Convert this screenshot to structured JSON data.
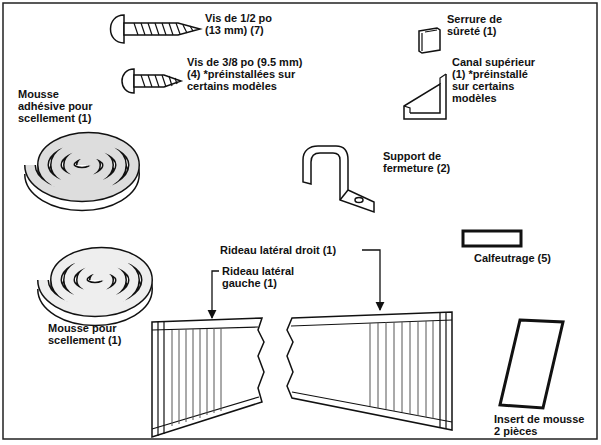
{
  "diagram": {
    "labels": [
      "Vis de 1/2 po (13 mm) (7)",
      "Serrure de sûreté (1)",
      "Vis de 3/8 po (9.5 mm) (4) *préinstallées sur certains modèles",
      "Canal supérieur (1) *préinstallé sur certains modèles",
      "Mousse adhésive pour scellement (1)",
      "Support de fermeture (2)",
      "Rideau latéral droit (1)",
      "Rideau latéral gauche (1)",
      "Calfeutrage (5)",
      "Mousse pour scellement (1)",
      "Insert de mousse 2 pièces"
    ]
  }
}
